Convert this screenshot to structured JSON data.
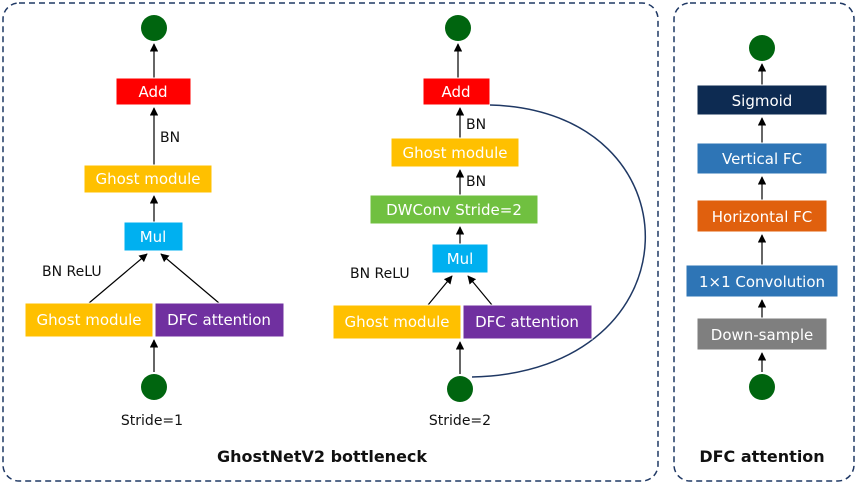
{
  "left_panel": {
    "title": "GhostNetV2 bottleneck",
    "stride1": {
      "add": "Add",
      "bn_top": "BN",
      "ghost_top": "Ghost module",
      "mul": "Mul",
      "bn_relu": "BN ReLU",
      "ghost_bottom": "Ghost module",
      "dfc": "DFC attention",
      "stride": "Stride=1"
    },
    "stride2": {
      "add": "Add",
      "bn_1": "BN",
      "ghost_top": "Ghost module",
      "bn_2": "BN",
      "dwconv": "DWConv Stride=2",
      "mul": "Mul",
      "bn_relu": "BN ReLU",
      "ghost_bottom": "Ghost module",
      "dfc": "DFC attention",
      "stride": "Stride=2"
    }
  },
  "right_panel": {
    "title": "DFC attention",
    "sigmoid": "Sigmoid",
    "vertical_fc": "Vertical FC",
    "horizontal_fc": "Horizontal FC",
    "conv": "1×1 Convolution",
    "downsample": "Down-sample"
  },
  "colors": {
    "add": "#ff0000",
    "ghost": "#ffc000",
    "mul": "#00b0f0",
    "dfc": "#7030a0",
    "dwconv": "#70c040",
    "node": "#00650f",
    "sigmoid": "#0d2b52",
    "vertical_fc": "#2e75b6",
    "horizontal_fc": "#e0600e",
    "conv": "#2e75b6",
    "downsample": "#7f7f7f",
    "panel_border": "#1f3864"
  }
}
